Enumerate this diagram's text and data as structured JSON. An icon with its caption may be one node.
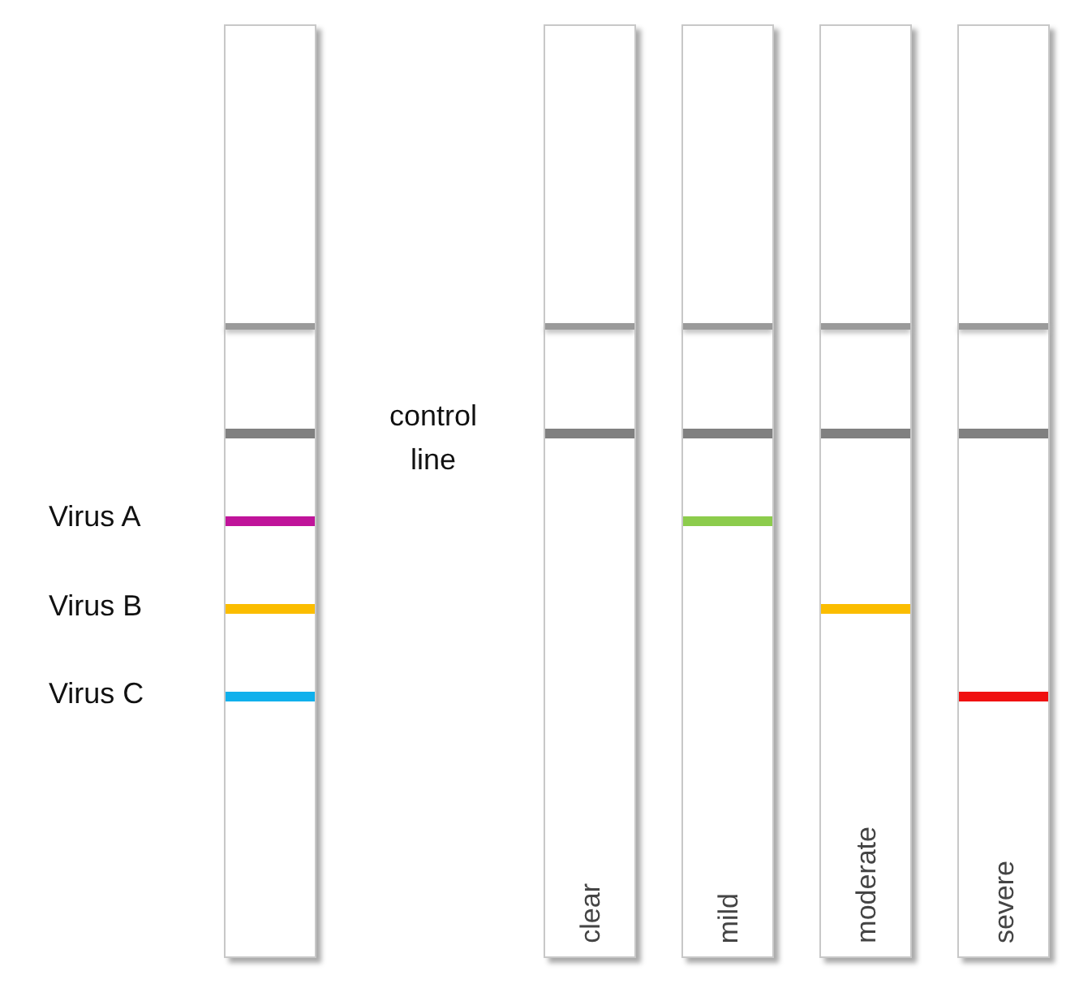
{
  "diagram": {
    "nodes": [
      {
        "text": [],
        "shape": "bar"
      },
      {
        "text": [
          "clear"
        ]
      },
      {
        "text": [
          "mild"
        ]
      },
      {
        "text": [
          "moderate"
        ]
      },
      {
        "text": [
          "severe"
        ]
      }
    ],
    "labels": [
      "control line",
      "Virus A",
      "Virus B",
      "Virus C"
    ]
  }
}
